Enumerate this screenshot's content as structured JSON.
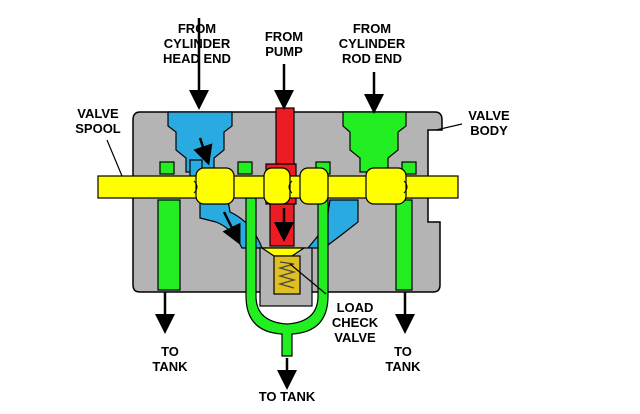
{
  "labels": {
    "from_head_end": "FROM\nCYLINDER\nHEAD END",
    "from_pump": "FROM\nPUMP",
    "from_rod_end": "FROM\nCYLINDER\nROD END",
    "valve_spool": "VALVE\nSPOOL",
    "valve_body": "VALVE\nBODY",
    "load_check_valve": "LOAD\nCHECK\nVALVE",
    "to_tank_left": "TO\nTANK",
    "to_tank_right": "TO\nTANK",
    "to_tank_bottom": "TO TANK"
  },
  "colors": {
    "body": "#b4b4b4",
    "head_end": "#29abe2",
    "pump": "#ed1c24",
    "rod_end": "#22ee22",
    "spool": "#ffff00",
    "check_valve": "#e0c020",
    "outline": "#000000"
  }
}
